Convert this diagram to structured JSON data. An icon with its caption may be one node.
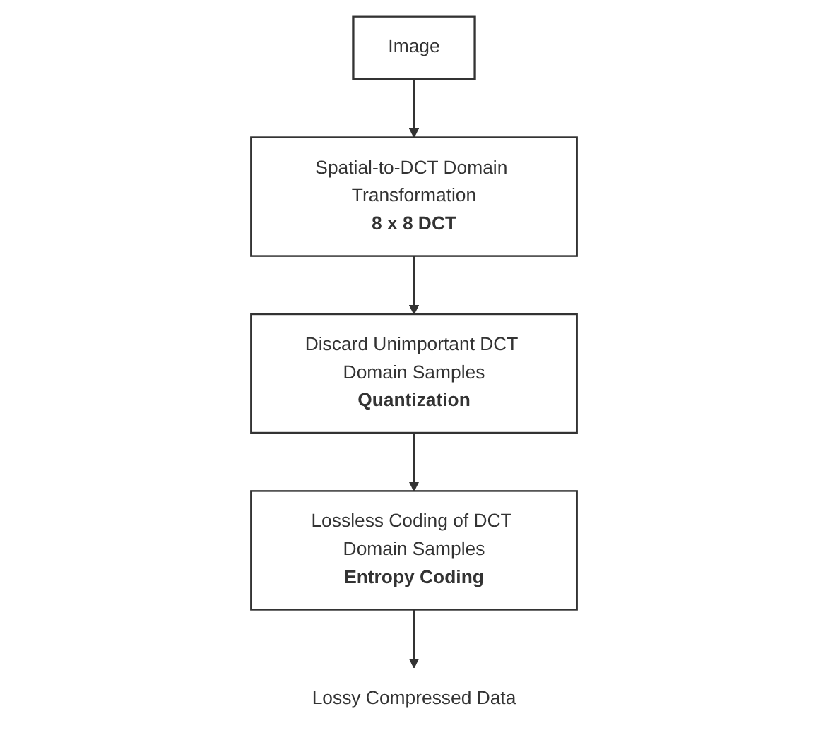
{
  "diagram": {
    "nodes": [
      {
        "text": [
          "Image"
        ]
      },
      {
        "text": [
          "Spatial-to-DCT Domain Transformation",
          "8 x 8 DCT"
        ]
      },
      {
        "text": [
          "Discard Unimportant DCT Domain Samples",
          "Quantization"
        ]
      },
      {
        "text": [
          "Lossless Coding of DCT Domain Samples",
          "Entropy Coding"
        ]
      },
      {
        "text": [
          "Lossy Compressed Data"
        ]
      }
    ],
    "edges": [
      {
        "from": 0,
        "to": 1,
        "arrow": "to"
      },
      {
        "from": 1,
        "to": 2,
        "arrow": "to"
      },
      {
        "from": 2,
        "to": 3,
        "arrow": "to"
      },
      {
        "from": 3,
        "to": 4,
        "arrow": "to"
      }
    ]
  }
}
